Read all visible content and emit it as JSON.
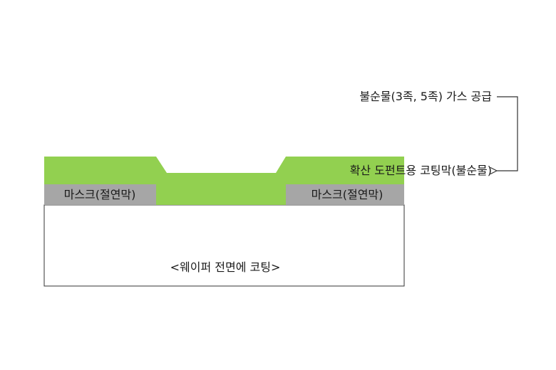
{
  "labels": {
    "gas_supply": "불순물(3족, 5족) 가스 공급",
    "dopant_coating": "확산 도펀트용 코팅막(불순물)",
    "mask_left": "마스크(절연막)",
    "mask_right": "마스크(절연막)",
    "wafer": "<웨이퍼 전면에 코팅>"
  },
  "colors": {
    "coating": "#92d050",
    "mask": "#a6a6a6",
    "wafer_fill": "#ffffff",
    "outline": "#333333",
    "text": "#1a1a1a"
  }
}
